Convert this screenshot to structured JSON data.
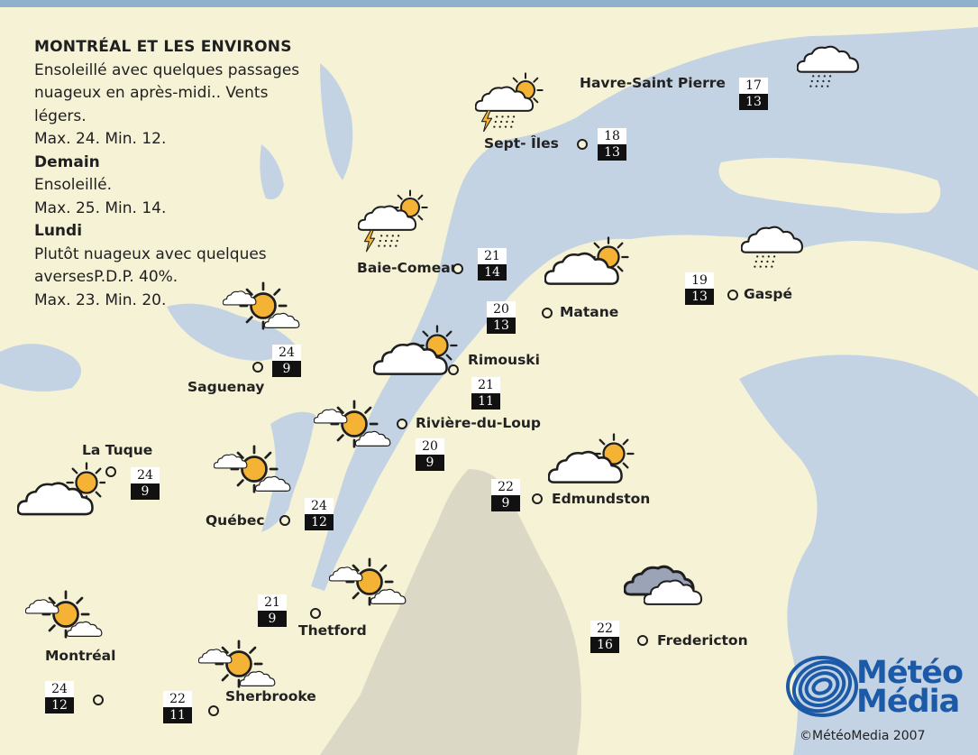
{
  "forecast": {
    "region_title": "MONTRÉAL ET LES ENVIRONS",
    "today_line1": "Ensoleillé avec quelques passages",
    "today_line2": "nuageux en après-midi.. Vents",
    "today_line3": "légers.",
    "today_maxmin": "Max. 24. Min. 12.",
    "tomorrow_title": "Demain",
    "tomorrow_text": "Ensoleillé.",
    "tomorrow_maxmin": "Max. 25. Min. 14.",
    "monday_title": "Lundi",
    "monday_line1": "Plutôt nuageux avec quelques",
    "monday_line2": "aversesP.D.P. 40%.",
    "monday_maxmin": "Max. 23. Min. 20."
  },
  "cities": [
    {
      "name": "Havre-Saint Pierre",
      "max": "17",
      "min": "13",
      "icon": "rain-cloud-icon"
    },
    {
      "name": "Sept- Îles",
      "max": "18",
      "min": "13",
      "icon": "thunderstorm-sun-icon"
    },
    {
      "name": "Baie-Comeau",
      "max": "21",
      "min": "14",
      "icon": "thunderstorm-sun-icon"
    },
    {
      "name": "Gaspé",
      "max": "19",
      "min": "13",
      "icon": "rain-cloud-icon"
    },
    {
      "name": "Matane",
      "max": "20",
      "min": "13",
      "icon": "sun-behind-cloud-icon"
    },
    {
      "name": "Saguenay",
      "max": "24",
      "min": "9",
      "icon": "sun-with-clouds-icon"
    },
    {
      "name": "Rimouski",
      "max": "21",
      "min": "11",
      "icon": "sun-behind-cloud-icon"
    },
    {
      "name": "Rivière-du-Loup",
      "max": "20",
      "min": "9",
      "icon": "sun-with-clouds-icon"
    },
    {
      "name": "La Tuque",
      "max": "24",
      "min": "9",
      "icon": "sun-behind-cloud-icon"
    },
    {
      "name": "Québec",
      "max": "24",
      "min": "12",
      "icon": "sun-with-clouds-icon"
    },
    {
      "name": "Edmundston",
      "max": "22",
      "min": "9",
      "icon": "sun-behind-cloud-icon"
    },
    {
      "name": "Thetford",
      "max": "21",
      "min": "9",
      "icon": "sun-with-clouds-icon"
    },
    {
      "name": "Fredericton",
      "max": "22",
      "min": "16",
      "icon": "cloudy-icon"
    },
    {
      "name": "Montréal",
      "max": "24",
      "min": "12",
      "icon": "sun-with-clouds-icon"
    },
    {
      "name": "Sherbrooke",
      "max": "22",
      "min": "11",
      "icon": "sun-with-clouds-icon"
    }
  ],
  "logo": {
    "line1": "Météo",
    "line2": "Média",
    "icon": "globe-icon"
  },
  "copyright": "©MétéoMedia 2007",
  "colors": {
    "water": "#c3d3e3",
    "land": "#f6f2d6",
    "usa": "#dcd8c6",
    "top_bar": "#8fb1cc",
    "sun": "#f5b335",
    "logo_blue": "#1c5aa8"
  }
}
